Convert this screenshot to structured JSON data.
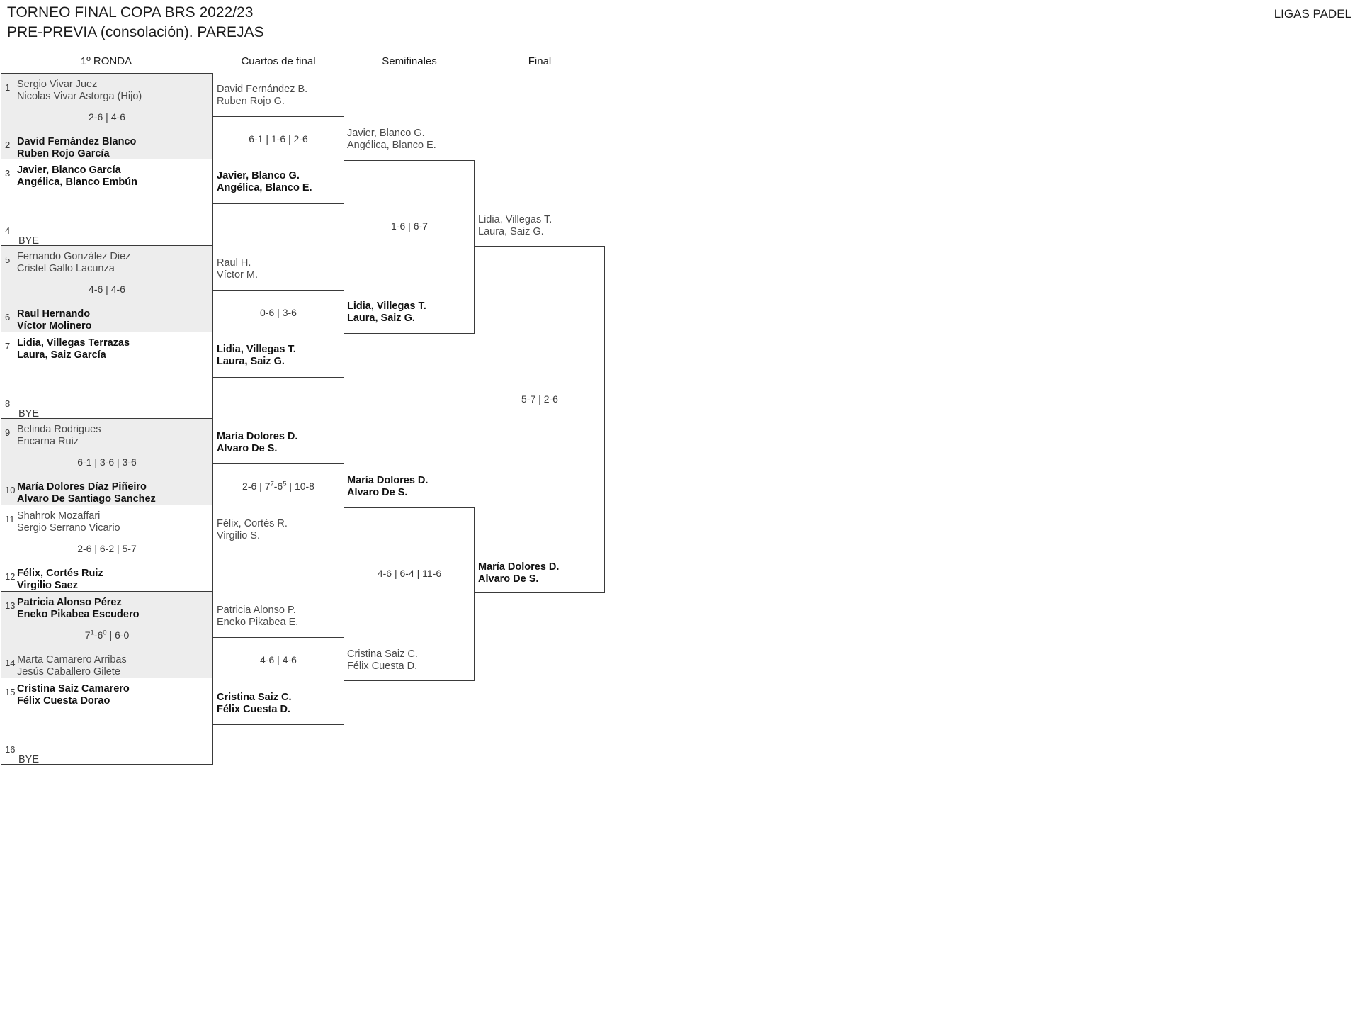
{
  "header": {
    "title_line1": "TORNEO FINAL COPA BRS 2022/23",
    "title_line2": "PRE-PREVIA (consolación). PAREJAS",
    "brand": "LIGAS PADEL"
  },
  "rounds": [
    {
      "label": "1º RONDA"
    },
    {
      "label": "Cuartos de final"
    },
    {
      "label": "Semifinales"
    },
    {
      "label": "Final"
    }
  ],
  "chart_data": {
    "type": "bracket",
    "title": "TORNEO FINAL COPA BRS 2022/23 — PRE-PREVIA (consolación). PAREJAS",
    "rounds": [
      "1º RONDA",
      "Cuartos de final",
      "Semifinales",
      "Final"
    ],
    "draw_size": 16,
    "champion": "María Dolores D. / Alvaro De S."
  },
  "round1": [
    {
      "score": "2-6 | 4-6",
      "top": {
        "seed": "1",
        "line1": "Sergio Vivar Juez",
        "line2": "Nicolas Vivar Astorga (Hijo)",
        "winner": false,
        "bye": false
      },
      "bottom": {
        "seed": "2",
        "line1": "David Fernández Blanco",
        "line2": "Ruben Rojo García",
        "winner": true,
        "bye": false
      }
    },
    {
      "score": "",
      "top": {
        "seed": "3",
        "line1": "Javier, Blanco García",
        "line2": "Angélica, Blanco Embún",
        "winner": true,
        "bye": false
      },
      "bottom": {
        "seed": "4",
        "line1": "BYE",
        "line2": "",
        "winner": false,
        "bye": true
      }
    },
    {
      "score": "4-6 | 4-6",
      "top": {
        "seed": "5",
        "line1": "Fernando González Diez",
        "line2": "Cristel Gallo Lacunza",
        "winner": false,
        "bye": false
      },
      "bottom": {
        "seed": "6",
        "line1": "Raul Hernando",
        "line2": "Víctor Molinero",
        "winner": true,
        "bye": false
      }
    },
    {
      "score": "",
      "top": {
        "seed": "7",
        "line1": "Lidia, Villegas Terrazas",
        "line2": "Laura, Saiz García",
        "winner": true,
        "bye": false
      },
      "bottom": {
        "seed": "8",
        "line1": "BYE",
        "line2": "",
        "winner": false,
        "bye": true
      }
    },
    {
      "score": "6-1 | 3-6 | 3-6",
      "top": {
        "seed": "9",
        "line1": "Belinda Rodrigues",
        "line2": "Encarna Ruiz",
        "winner": false,
        "bye": false
      },
      "bottom": {
        "seed": "10",
        "line1": "María Dolores Díaz Piñeiro",
        "line2": "Alvaro De Santiago Sanchez",
        "winner": true,
        "bye": false
      }
    },
    {
      "score": "2-6 | 6-2 | 5-7",
      "top": {
        "seed": "11",
        "line1": "Shahrok Mozaffari",
        "line2": "Sergio Serrano Vicario",
        "winner": false,
        "bye": false
      },
      "bottom": {
        "seed": "12",
        "line1": "Félix, Cortés Ruiz",
        "line2": "Virgilio Saez",
        "winner": true,
        "bye": false
      }
    },
    {
      "score": "7¹-6⁰ | 6-0",
      "top": {
        "seed": "13",
        "line1": "Patricia Alonso Pérez",
        "line2": "Eneko Pikabea Escudero",
        "winner": true,
        "bye": false
      },
      "bottom": {
        "seed": "14",
        "line1": "Marta Camarero Arribas",
        "line2": "Jesús Caballero Gilete",
        "winner": false,
        "bye": false
      }
    },
    {
      "score": "",
      "top": {
        "seed": "15",
        "line1": "Cristina Saiz Camarero",
        "line2": "Félix Cuesta Dorao",
        "winner": true,
        "bye": false
      },
      "bottom": {
        "seed": "16",
        "line1": "BYE",
        "line2": "",
        "winner": false,
        "bye": true
      }
    }
  ],
  "quarters": [
    {
      "score": "6-1 | 1-6 | 2-6",
      "top": {
        "line1": "David Fernández B.",
        "line2": "Ruben Rojo G.",
        "winner": false
      },
      "bottom": {
        "line1": "Javier, Blanco G.",
        "line2": "Angélica, Blanco E.",
        "winner": true
      }
    },
    {
      "score": "0-6 | 3-6",
      "top": {
        "line1": "Raul H.",
        "line2": "Víctor M.",
        "winner": false
      },
      "bottom": {
        "line1": "Lidia, Villegas T.",
        "line2": "Laura, Saiz G.",
        "winner": true
      }
    },
    {
      "score": "2-6 | 7⁷-6⁵ | 10-8",
      "top": {
        "line1": "María Dolores D.",
        "line2": "Alvaro De S.",
        "winner": true
      },
      "bottom": {
        "line1": "Félix, Cortés R.",
        "line2": "Virgilio S.",
        "winner": false
      }
    },
    {
      "score": "4-6 | 4-6",
      "top": {
        "line1": "Patricia Alonso P.",
        "line2": "Eneko Pikabea E.",
        "winner": false
      },
      "bottom": {
        "line1": "Cristina Saiz C.",
        "line2": "Félix Cuesta D.",
        "winner": true
      }
    }
  ],
  "semis": [
    {
      "score": "1-6 | 6-7",
      "top": {
        "line1": "Javier, Blanco G.",
        "line2": "Angélica, Blanco E.",
        "winner": false
      },
      "bottom": {
        "line1": "Lidia, Villegas T.",
        "line2": "Laura, Saiz G.",
        "winner": true
      }
    },
    {
      "score": "4-6 | 6-4 | 11-6",
      "top": {
        "line1": "María Dolores D.",
        "line2": "Alvaro De S.",
        "winner": true
      },
      "bottom": {
        "line1": "Cristina Saiz C.",
        "line2": "Félix Cuesta D.",
        "winner": false
      }
    }
  ],
  "final": {
    "score": "5-7 | 2-6",
    "top": {
      "line1": "Lidia, Villegas T.",
      "line2": "Laura, Saiz G.",
      "winner": false
    },
    "bottom": {
      "line1": "María Dolores D.",
      "line2": "Alvaro De S.",
      "winner": true
    }
  }
}
